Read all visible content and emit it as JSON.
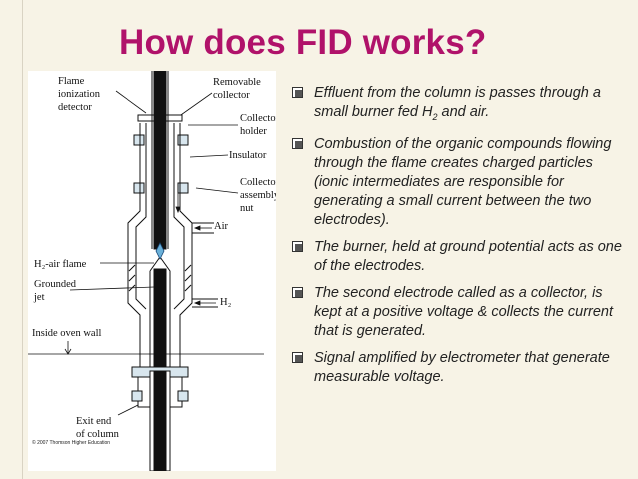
{
  "title": "How does FID works?",
  "figure": {
    "labels": {
      "flame_detector": [
        "Flame",
        "ionization",
        "detector"
      ],
      "removable_collector": [
        "Removable",
        "collector"
      ],
      "collector_holder": [
        "Collector",
        "holder"
      ],
      "insulator": "Insulator",
      "collector_nut": [
        "Collector",
        "assembly",
        "nut"
      ],
      "air": "Air",
      "flame": "H₂-air flame",
      "grounded_jet": [
        "Grounded",
        "jet"
      ],
      "h2": "H₂",
      "oven_wall": "Inside oven wall",
      "exit": [
        "Exit end",
        "of column"
      ],
      "copyright": "© 2007 Thomson Higher Education"
    }
  },
  "bullets": [
    {
      "text": "Effluent from the column is passes through a small burner fed H",
      "sub": "2",
      "tail": " and air."
    },
    {
      "text": "Combustion of the organic compounds flowing through the flame creates charged particles (ionic intermediates are responsible for generating a small current between the two electrodes)."
    },
    {
      "text": "The burner, held at ground potential acts as one of the electrodes."
    },
    {
      "text": "The second electrode called as a collector, is kept at a positive voltage & collects the current that is generated."
    },
    {
      "text": "Signal amplified by electrometer that generate measurable voltage."
    }
  ]
}
